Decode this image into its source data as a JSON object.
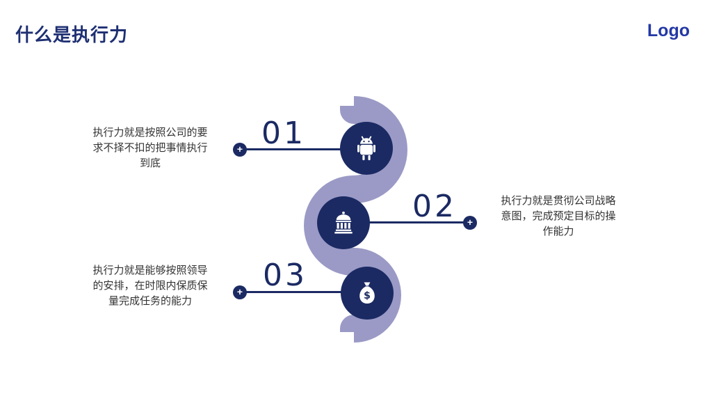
{
  "slide": {
    "title": "什么是执行力",
    "logo": "Logo"
  },
  "colors": {
    "navy": "#1b2a63",
    "lavender": "#9b9ac6",
    "title-blue": "#1e2f72",
    "logo-blue": "#2438a6",
    "body-text": "#333333",
    "slide-bg": "#ffffff",
    "icon-white": "#ffffff"
  },
  "glyphs": {
    "plus": "+",
    "dollar": "$"
  },
  "items": [
    {
      "number": "01",
      "icon": "android-icon",
      "side": "left",
      "lines": [
        "执行力就是按照公司的要",
        "求不择不扣的把事情执行",
        "到底"
      ]
    },
    {
      "number": "02",
      "icon": "bank-icon",
      "side": "right",
      "lines": [
        "执行力就是贯彻公司战略",
        "意图，完成预定目标的操",
        "作能力"
      ]
    },
    {
      "number": "03",
      "icon": "money-bag-icon",
      "side": "left",
      "lines": [
        "执行力就是能够按照领导",
        "的安排，在时限内保质保",
        "量完成任务的能力"
      ]
    }
  ]
}
